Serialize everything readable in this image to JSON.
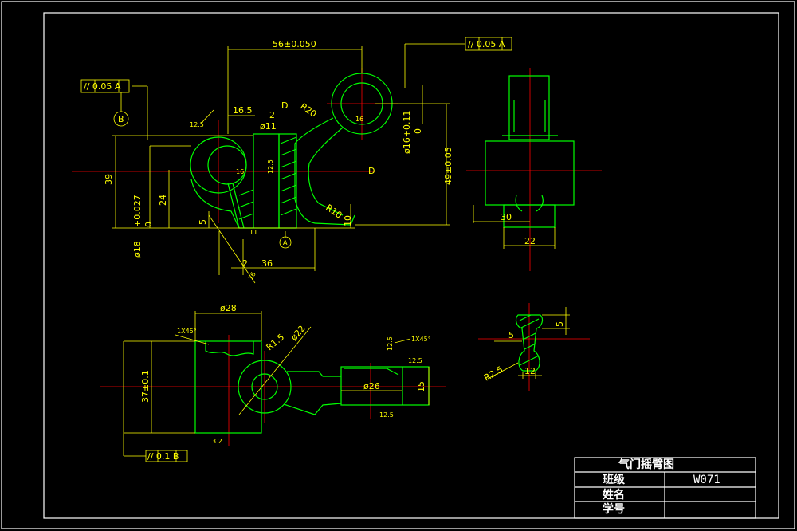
{
  "title_block": {
    "title": "气门摇臂图",
    "class_label": "班级",
    "class_value": "W071",
    "name_label": "姓名",
    "id_label": "学号"
  },
  "front_view": {
    "tol_top": "// 0.05 A",
    "tol_left": "// 0.05 A",
    "datum_b": "B",
    "datum_a": "A",
    "d_56": "56±0.050",
    "d_165": "16.5",
    "d_2": "2",
    "d_phi11": "ø11",
    "d_r20": "R20",
    "d_D1": "D",
    "d_D2": "D",
    "d_39": "39",
    "d_24": "24",
    "d_5": "5",
    "d_phi18": "ø18",
    "d_tol027": "+0.027",
    "d_tol0": "0",
    "d_phi16": "ø16+0.11",
    "d_phi16b": "0",
    "d_49": "49±0.05",
    "d_r10": "R10",
    "d_10": "10",
    "d_11": "11",
    "d_36": "36",
    "d_2b": "2",
    "rough_125a": "12.5",
    "rough_16a": "16",
    "rough_16b": "16",
    "rough_125b": "12.5",
    "rough_16c": "16"
  },
  "side_view": {
    "d_30": "30",
    "d_22": "22"
  },
  "bottom_view": {
    "d_phi28": "ø28",
    "d_1x45a": "1X45°",
    "d_r15": "R1.5",
    "d_phi22": "ø22",
    "d_37": "37±0.1",
    "tol_b": "// 0.1 B",
    "rough_32": "3.2",
    "d_phi26": "ø26",
    "d_15": "15",
    "d_1x45b": "1X45°",
    "rough_125c": "12.5",
    "rough_125d": "12.5",
    "rough_125e": "12.5"
  },
  "section_view": {
    "d_5a": "5",
    "d_5b": "5",
    "d_12": "12",
    "d_r25": "R2.5"
  }
}
